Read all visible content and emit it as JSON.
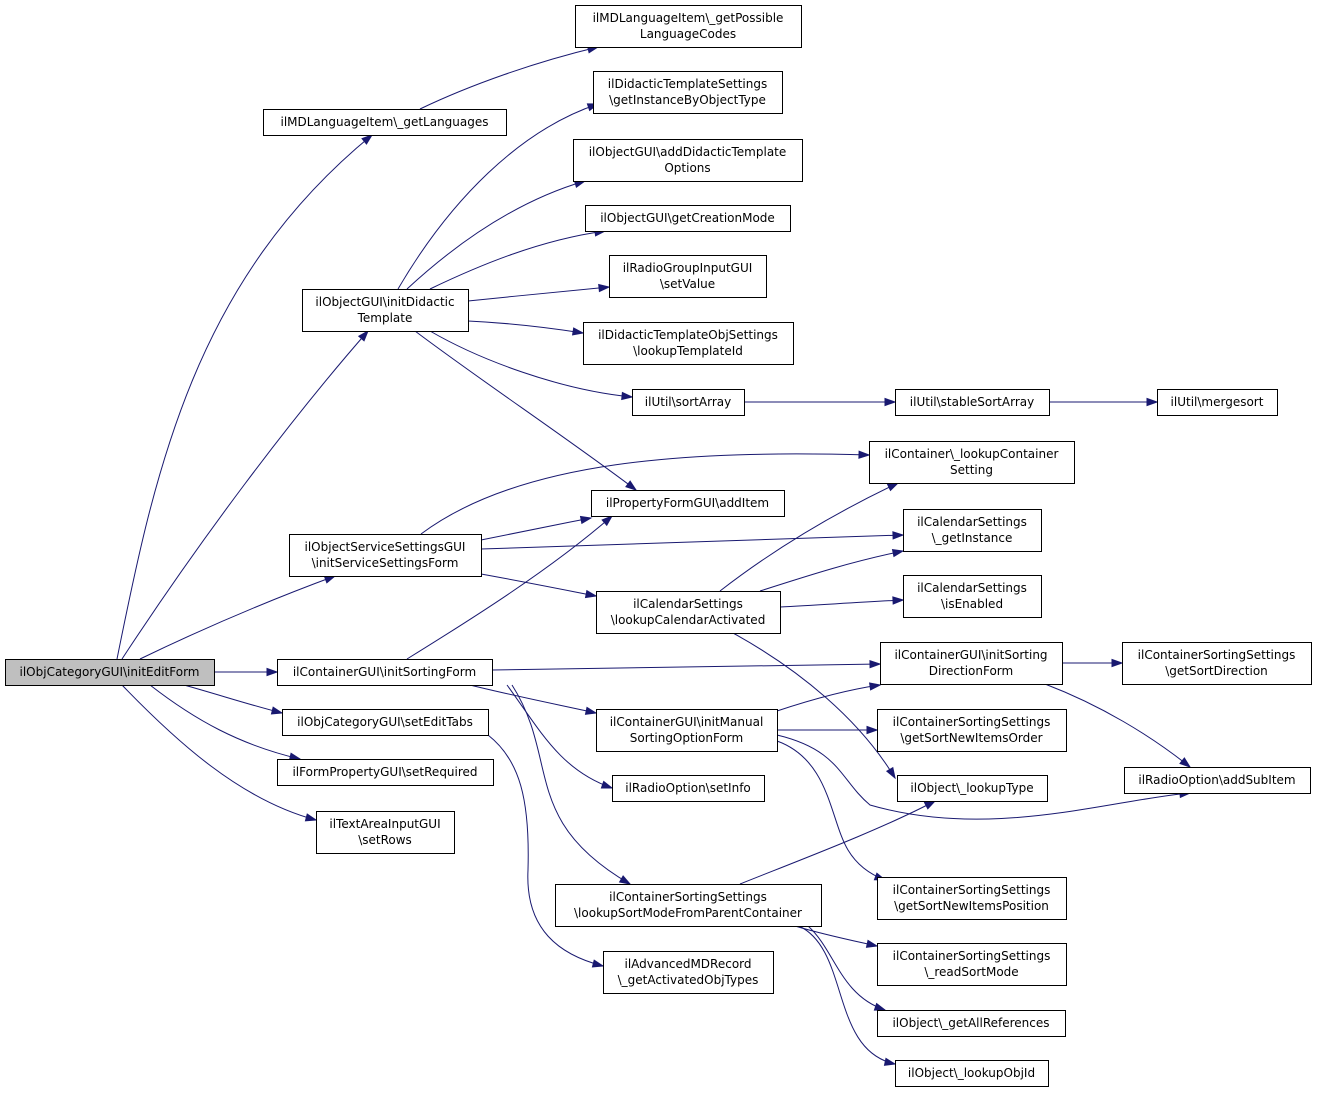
{
  "colors": {
    "edge": "#191970",
    "node_border": "#000000",
    "node_fill": "#ffffff",
    "root_fill": "#bfbfbf"
  },
  "nodes": [
    {
      "id": "root",
      "lines": [
        "ilObjCategoryGUI\\initEditForm"
      ],
      "root": true
    },
    {
      "id": "getLanguages",
      "lines": [
        "ilMDLanguageItem\\_getLanguages"
      ]
    },
    {
      "id": "getPossibleLanguageCodes",
      "lines": [
        "ilMDLanguageItem\\_getPossible",
        "LanguageCodes"
      ]
    },
    {
      "id": "getInstanceByObjectType",
      "lines": [
        "ilDidacticTemplateSettings",
        "\\getInstanceByObjectType"
      ]
    },
    {
      "id": "addDidacticTemplateOptions",
      "lines": [
        "ilObjectGUI\\addDidacticTemplate",
        "Options"
      ]
    },
    {
      "id": "getCreationMode",
      "lines": [
        "ilObjectGUI\\getCreationMode"
      ]
    },
    {
      "id": "radioSetValue",
      "lines": [
        "ilRadioGroupInputGUI",
        "\\setValue"
      ]
    },
    {
      "id": "initDidacticTemplate",
      "lines": [
        "ilObjectGUI\\initDidactic",
        "Template"
      ]
    },
    {
      "id": "lookupTemplateId",
      "lines": [
        "ilDidacticTemplateObjSettings",
        "\\lookupTemplateId"
      ]
    },
    {
      "id": "sortArray",
      "lines": [
        "ilUtil\\sortArray"
      ]
    },
    {
      "id": "stableSortArray",
      "lines": [
        "ilUtil\\stableSortArray"
      ]
    },
    {
      "id": "mergesort",
      "lines": [
        "ilUtil\\mergesort"
      ]
    },
    {
      "id": "lookupContainerSetting",
      "lines": [
        "ilContainer\\_lookupContainer",
        "Setting"
      ]
    },
    {
      "id": "addItem",
      "lines": [
        "ilPropertyFormGUI\\addItem"
      ]
    },
    {
      "id": "initServiceSettingsForm",
      "lines": [
        "ilObjectServiceSettingsGUI",
        "\\initServiceSettingsForm"
      ]
    },
    {
      "id": "calGetInstance",
      "lines": [
        "ilCalendarSettings",
        "\\_getInstance"
      ]
    },
    {
      "id": "lookupCalendarActivated",
      "lines": [
        "ilCalendarSettings",
        "\\lookupCalendarActivated"
      ]
    },
    {
      "id": "calIsEnabled",
      "lines": [
        "ilCalendarSettings",
        "\\isEnabled"
      ]
    },
    {
      "id": "initSortingForm",
      "lines": [
        "ilContainerGUI\\initSortingForm"
      ]
    },
    {
      "id": "initSortingDirectionForm",
      "lines": [
        "ilContainerGUI\\initSorting",
        "DirectionForm"
      ]
    },
    {
      "id": "getSortDirection",
      "lines": [
        "ilContainerSortingSettings",
        "\\getSortDirection"
      ]
    },
    {
      "id": "setEditTabs",
      "lines": [
        "ilObjCategoryGUI\\setEditTabs"
      ]
    },
    {
      "id": "initManualSortingOptionForm",
      "lines": [
        "ilContainerGUI\\initManual",
        "SortingOptionForm"
      ]
    },
    {
      "id": "getSortNewItemsOrder",
      "lines": [
        "ilContainerSortingSettings",
        "\\getSortNewItemsOrder"
      ]
    },
    {
      "id": "addSubItem",
      "lines": [
        "ilRadioOption\\addSubItem"
      ]
    },
    {
      "id": "setRequired",
      "lines": [
        "ilFormPropertyGUI\\setRequired"
      ]
    },
    {
      "id": "setInfo",
      "lines": [
        "ilRadioOption\\setInfo"
      ]
    },
    {
      "id": "lookupType",
      "lines": [
        "ilObject\\_lookupType"
      ]
    },
    {
      "id": "setRows",
      "lines": [
        "ilTextAreaInputGUI",
        "\\setRows"
      ]
    },
    {
      "id": "getSortNewItemsPosition",
      "lines": [
        "ilContainerSortingSettings",
        "\\getSortNewItemsPosition"
      ]
    },
    {
      "id": "lookupSortModeFromParentContainer",
      "lines": [
        "ilContainerSortingSettings",
        "\\lookupSortModeFromParentContainer"
      ]
    },
    {
      "id": "readSortMode",
      "lines": [
        "ilContainerSortingSettings",
        "\\_readSortMode"
      ]
    },
    {
      "id": "getActivatedObjTypes",
      "lines": [
        "ilAdvancedMDRecord",
        "\\_getActivatedObjTypes"
      ]
    },
    {
      "id": "getAllReferences",
      "lines": [
        "ilObject\\_getAllReferences"
      ]
    },
    {
      "id": "lookupObjId",
      "lines": [
        "ilObject\\_lookupObjId"
      ]
    }
  ],
  "edges": [
    {
      "from": "root",
      "to": "getLanguages"
    },
    {
      "from": "root",
      "to": "initDidacticTemplate"
    },
    {
      "from": "root",
      "to": "initServiceSettingsForm"
    },
    {
      "from": "root",
      "to": "initSortingForm"
    },
    {
      "from": "root",
      "to": "setEditTabs"
    },
    {
      "from": "root",
      "to": "setRequired"
    },
    {
      "from": "root",
      "to": "setRows"
    },
    {
      "from": "getLanguages",
      "to": "getPossibleLanguageCodes"
    },
    {
      "from": "initDidacticTemplate",
      "to": "getInstanceByObjectType"
    },
    {
      "from": "initDidacticTemplate",
      "to": "addDidacticTemplateOptions"
    },
    {
      "from": "initDidacticTemplate",
      "to": "getCreationMode"
    },
    {
      "from": "initDidacticTemplate",
      "to": "radioSetValue"
    },
    {
      "from": "initDidacticTemplate",
      "to": "lookupTemplateId"
    },
    {
      "from": "initDidacticTemplate",
      "to": "sortArray"
    },
    {
      "from": "initDidacticTemplate",
      "to": "addItem"
    },
    {
      "from": "sortArray",
      "to": "stableSortArray"
    },
    {
      "from": "stableSortArray",
      "to": "mergesort"
    },
    {
      "from": "initServiceSettingsForm",
      "to": "lookupContainerSetting"
    },
    {
      "from": "initServiceSettingsForm",
      "to": "addItem"
    },
    {
      "from": "initServiceSettingsForm",
      "to": "calGetInstance"
    },
    {
      "from": "initServiceSettingsForm",
      "to": "lookupCalendarActivated"
    },
    {
      "from": "lookupCalendarActivated",
      "to": "lookupContainerSetting"
    },
    {
      "from": "lookupCalendarActivated",
      "to": "calGetInstance"
    },
    {
      "from": "lookupCalendarActivated",
      "to": "calIsEnabled"
    },
    {
      "from": "lookupCalendarActivated",
      "to": "lookupType"
    },
    {
      "from": "initSortingForm",
      "to": "addItem"
    },
    {
      "from": "initSortingForm",
      "to": "initSortingDirectionForm"
    },
    {
      "from": "initSortingForm",
      "to": "initManualSortingOptionForm"
    },
    {
      "from": "initSortingForm",
      "to": "setInfo"
    },
    {
      "from": "initSortingForm",
      "to": "lookupSortModeFromParentContainer"
    },
    {
      "from": "initSortingDirectionForm",
      "to": "getSortDirection"
    },
    {
      "from": "initSortingDirectionForm",
      "to": "addSubItem"
    },
    {
      "from": "initManualSortingOptionForm",
      "to": "initSortingDirectionForm"
    },
    {
      "from": "initManualSortingOptionForm",
      "to": "getSortNewItemsOrder"
    },
    {
      "from": "initManualSortingOptionForm",
      "to": "addSubItem"
    },
    {
      "from": "initManualSortingOptionForm",
      "to": "getSortNewItemsPosition"
    },
    {
      "from": "setEditTabs",
      "to": "getActivatedObjTypes"
    },
    {
      "from": "lookupSortModeFromParentContainer",
      "to": "lookupType"
    },
    {
      "from": "lookupSortModeFromParentContainer",
      "to": "readSortMode"
    },
    {
      "from": "lookupSortModeFromParentContainer",
      "to": "getAllReferences"
    },
    {
      "from": "lookupSortModeFromParentContainer",
      "to": "lookupObjId"
    }
  ]
}
